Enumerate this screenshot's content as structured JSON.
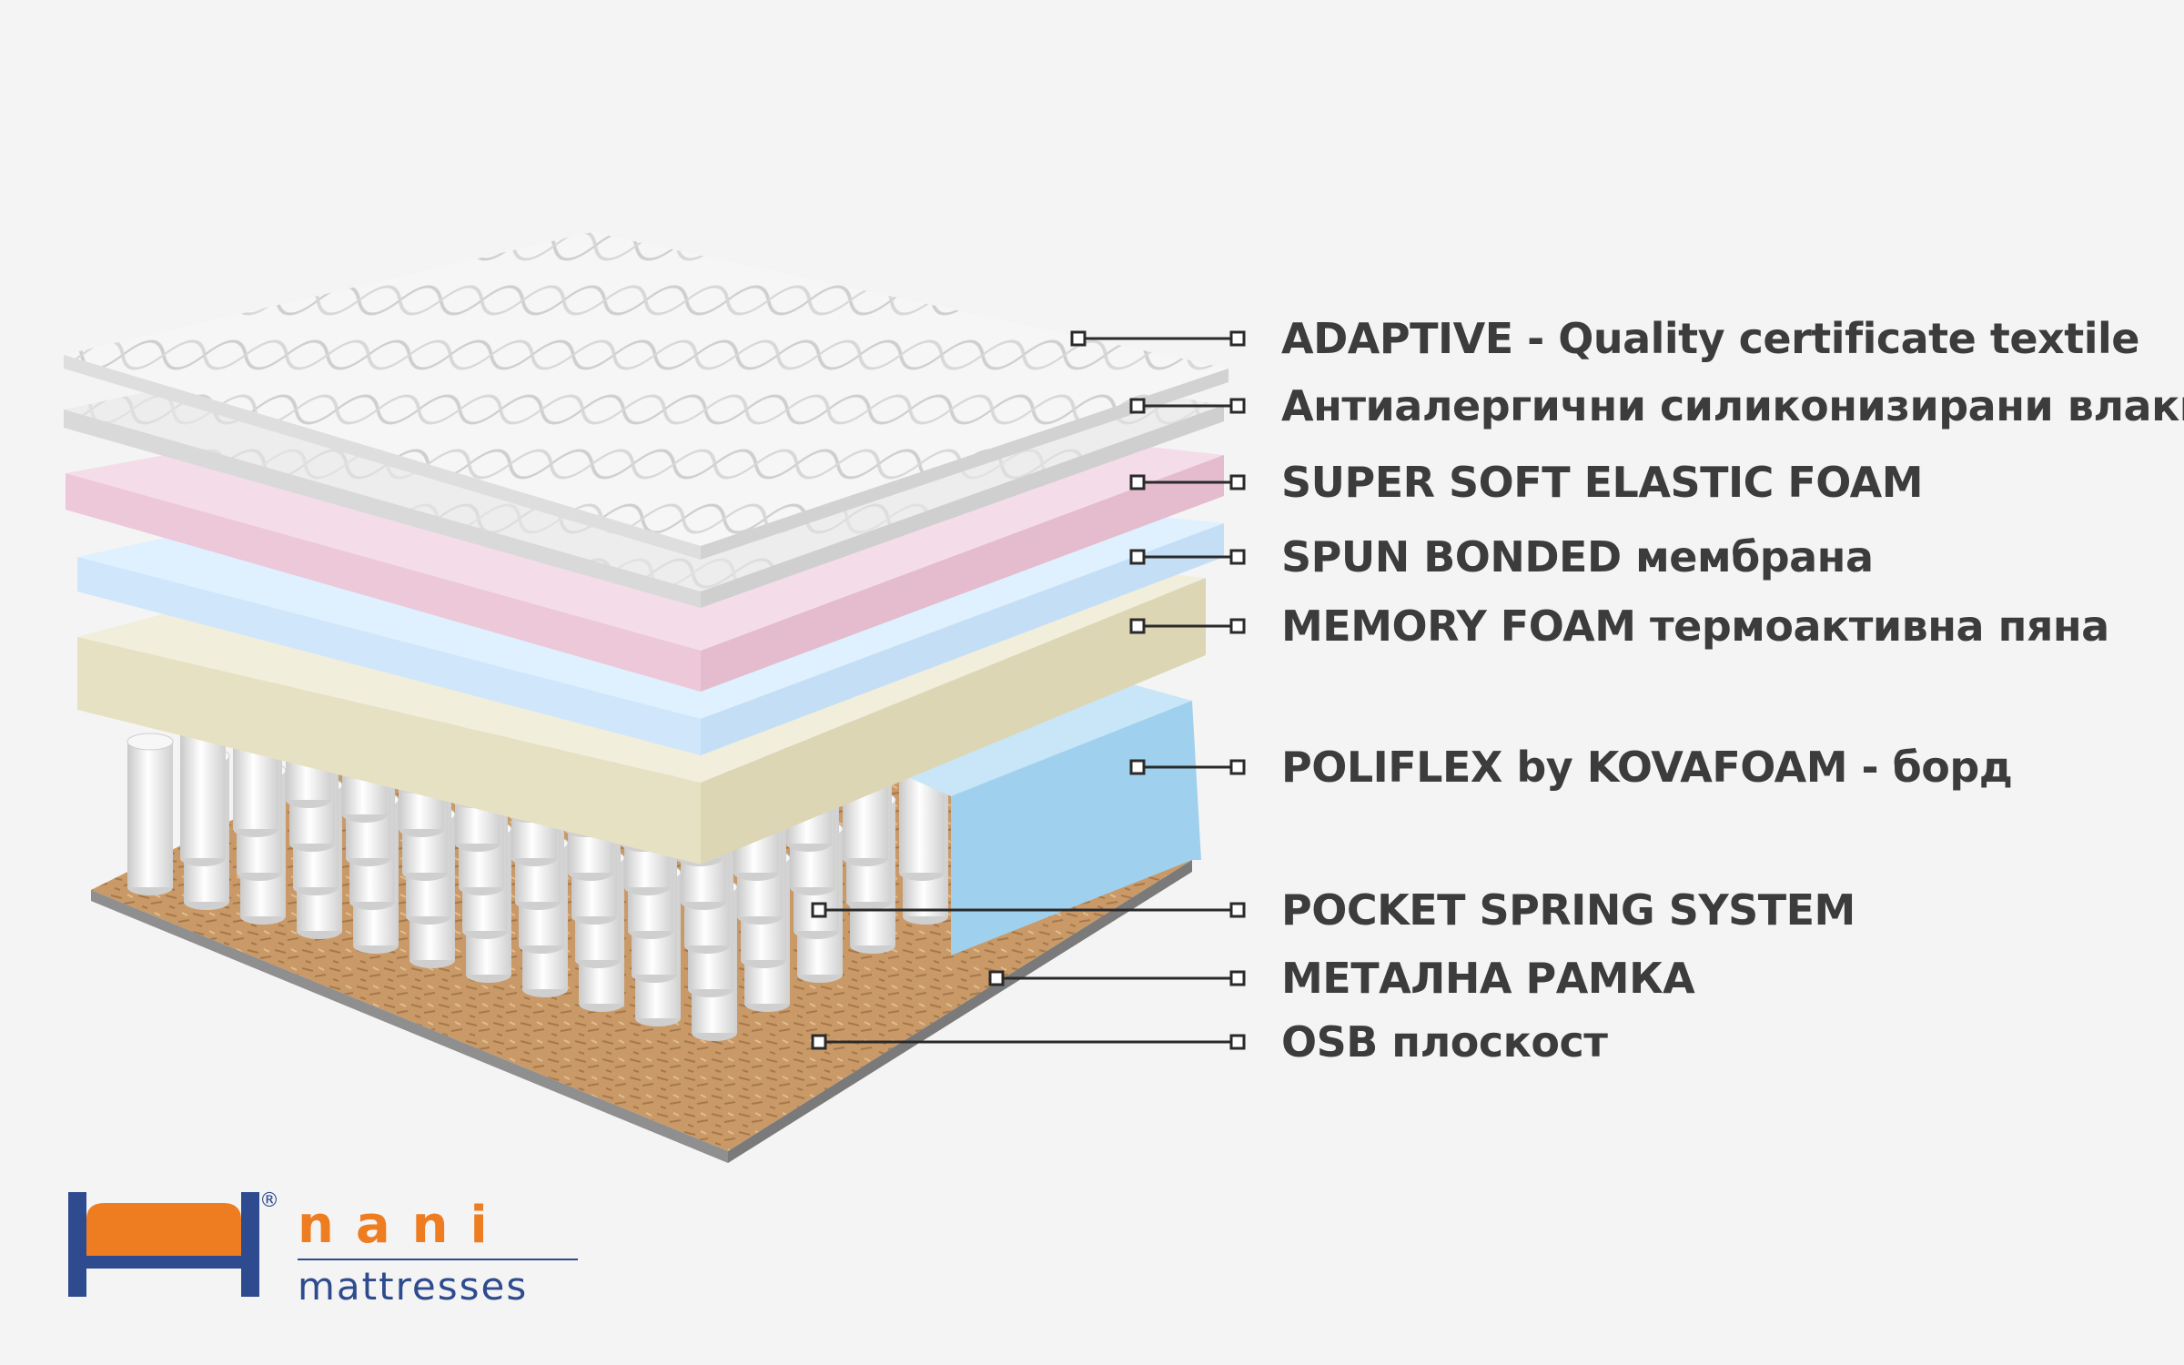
{
  "brand": {
    "name": "nani",
    "subtitle": "mattresses",
    "registered": "®",
    "colors": {
      "orange": "#ee7d22",
      "navy": "#2e4b8f"
    }
  },
  "layers": [
    {
      "label": "ADAPTIVE - Quality certificate textile"
    },
    {
      "label": "Антиалергични силиконизирани влакна"
    },
    {
      "label": "SUPER SOFT ELASTIC FOAM"
    },
    {
      "label": "SPUN BONDED мембрана"
    },
    {
      "label": "MEMORY FOAM термоактивна пяна"
    },
    {
      "label": "POLIFLEX by KOVAFOAM - борд"
    },
    {
      "label": "POCKET SPRING SYSTEM"
    },
    {
      "label": "МЕТАЛНА РАМКА"
    },
    {
      "label": "OSB плоскост"
    }
  ],
  "colors": {
    "textile": "#f2f2f2",
    "fiber": "#ececec",
    "pink_foam": "#f1dbe6",
    "spun_bonded": "#dcefff",
    "memory_foam": "#efecd9",
    "poliflex": "#a9d6f0",
    "osb": "#c89c6a",
    "springs": "#e9e9e9"
  }
}
